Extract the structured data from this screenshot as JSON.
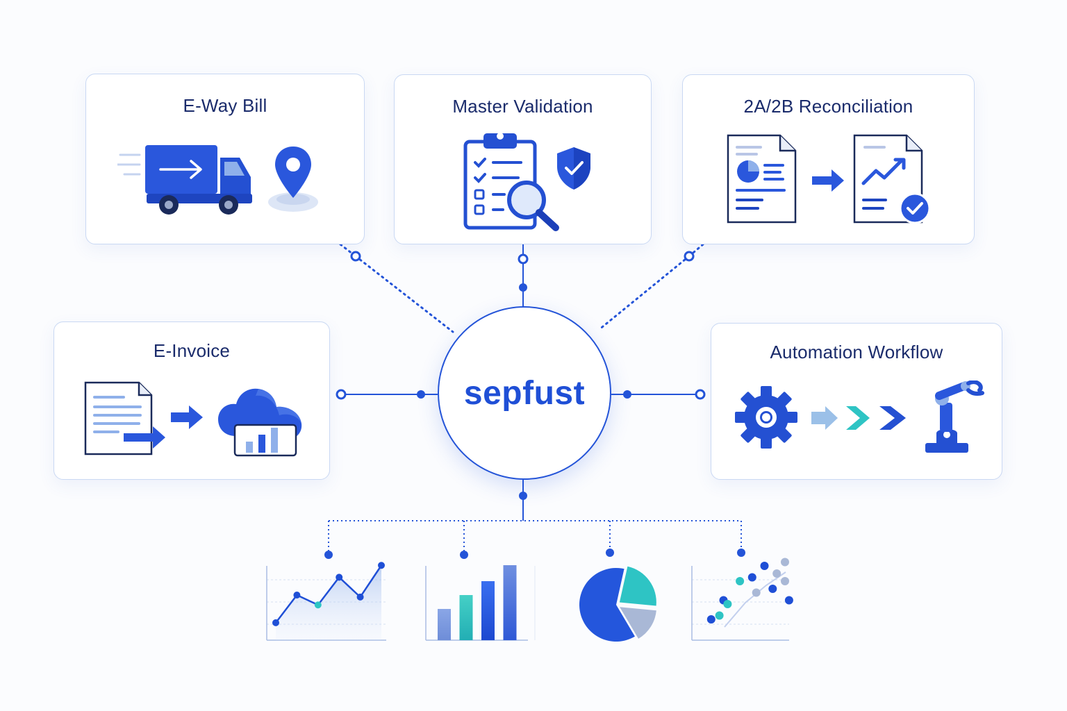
{
  "hub": {
    "label": "sepfust"
  },
  "cards": {
    "eway_bill": {
      "title": "E-Way Bill"
    },
    "master_validation": {
      "title": "Master Validation"
    },
    "reconciliation": {
      "title": "2A/2B Reconciliation"
    },
    "e_invoice": {
      "title": "E-Invoice"
    },
    "automation_workflow": {
      "title": "Automation Workflow"
    }
  },
  "icons": {
    "eway_bill": [
      "delivery-truck-icon",
      "location-pin-icon"
    ],
    "master_validation": [
      "clipboard-checklist-icon",
      "magnifier-icon",
      "shield-check-icon"
    ],
    "reconciliation": [
      "report-document-icon",
      "arrow-right-icon",
      "trend-document-icon",
      "check-badge-icon"
    ],
    "e_invoice": [
      "invoice-document-icon",
      "arrow-right-icon",
      "cloud-chart-icon"
    ],
    "automation_workflow": [
      "gear-icon",
      "chevron-arrows-icon",
      "robot-arm-icon"
    ]
  },
  "colors": {
    "primary": "#1f4fd6",
    "title_text": "#1a2b6b",
    "light_blue": "#8fb0ea",
    "teal": "#2ec4c4",
    "card_border": "#c9d8f3"
  },
  "mini_charts": [
    {
      "type": "area",
      "values": [
        6,
        20,
        15,
        29,
        19,
        35
      ]
    },
    {
      "type": "bar",
      "values": [
        45,
        65,
        85,
        108
      ]
    },
    {
      "type": "pie",
      "slices": [
        62,
        23,
        15
      ]
    },
    {
      "type": "scatter",
      "points": [
        [
          2,
          4
        ],
        [
          4,
          5
        ],
        [
          5,
          9
        ],
        [
          6,
          8
        ],
        [
          9,
          14
        ],
        [
          12,
          15
        ],
        [
          13,
          11
        ],
        [
          15,
          18
        ],
        [
          17,
          12
        ],
        [
          18,
          16
        ],
        [
          20,
          14
        ],
        [
          21,
          9
        ],
        [
          20,
          19
        ]
      ]
    }
  ]
}
